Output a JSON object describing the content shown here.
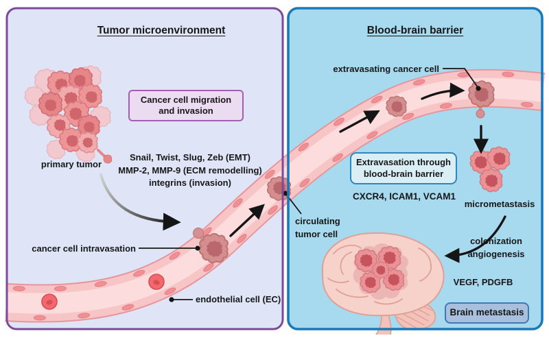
{
  "left_panel": {
    "title": "Tumor microenvironment",
    "migration_box": {
      "line1": "Cancer cell migration",
      "line2": "and invasion"
    },
    "molecules": [
      "Snail, Twist, Slug, Zeb (EMT)",
      "MMP-2, MMP-9 (ECM remodelling)",
      "integrins (invasion)"
    ],
    "labels": {
      "primary_tumor": "primary tumor",
      "intravasation": "cancer cell intravasation",
      "endothelial": "endothelial cell (EC)"
    },
    "colors": {
      "background": "#dfe5f7",
      "border": "#7d4a9b",
      "box_fill": "#ecdcf1",
      "box_border": "#a05fb2"
    }
  },
  "right_panel": {
    "title": "Blood-brain barrier",
    "extravasation_box": {
      "line1": "Extravasation through",
      "line2": "blood-brain barrier"
    },
    "molecules": "CXCR4, ICAM1, VCAM1",
    "labels": {
      "extravasating": "extravasating cancer cell",
      "circulating_line1": "circulating",
      "circulating_line2": "tumor cell",
      "micrometastasis": "micrometastasis",
      "colonization_line1": "colonization",
      "colonization_line2": "angiogenesis",
      "growth_factors": "VEGF, PDGFB"
    },
    "badge": "Brain metastasis",
    "colors": {
      "background": "#a7d9ef",
      "border": "#1a79b8",
      "box_fill": "#daeef5",
      "box_border": "#2e86c1",
      "badge_fill": "#a8c0dd",
      "badge_border": "#3f78b4"
    }
  },
  "illustration_colors": {
    "vessel_wall": "#f8c5c7",
    "vessel_lumen": "#fcdcdd",
    "vessel_outline": "#e6969b",
    "endothelial_nucleus": "#f09094",
    "red_blood_cell": "#f0646c",
    "tumor_cell": "#e8898d",
    "metastatic_cell": "#d48e8e",
    "brain": "#f7d2cb",
    "arrow": "#151515"
  }
}
